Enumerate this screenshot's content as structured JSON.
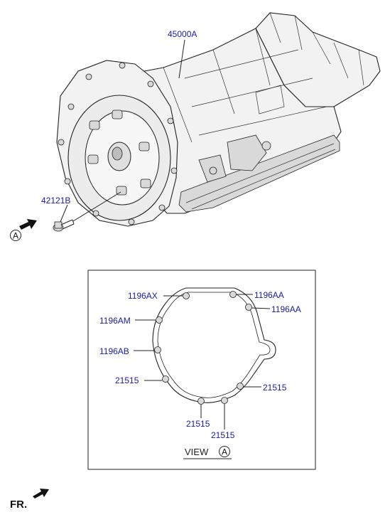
{
  "parts": {
    "transmission": "45000A",
    "bolt": "42121B"
  },
  "view_ref": {
    "marker_letter": "A",
    "view_word": "VIEW",
    "view_letter": "A"
  },
  "gasket_callouts": {
    "top_left": "1196AX",
    "top_right_1": "1196AA",
    "top_right_2": "1196AA",
    "left_upper": "1196AM",
    "left_lower": "1196AB",
    "left_bottom": "21515",
    "right_bottom": "21515",
    "bottom_1": "21515",
    "bottom_2": "21515"
  },
  "front_indicator": "FR."
}
